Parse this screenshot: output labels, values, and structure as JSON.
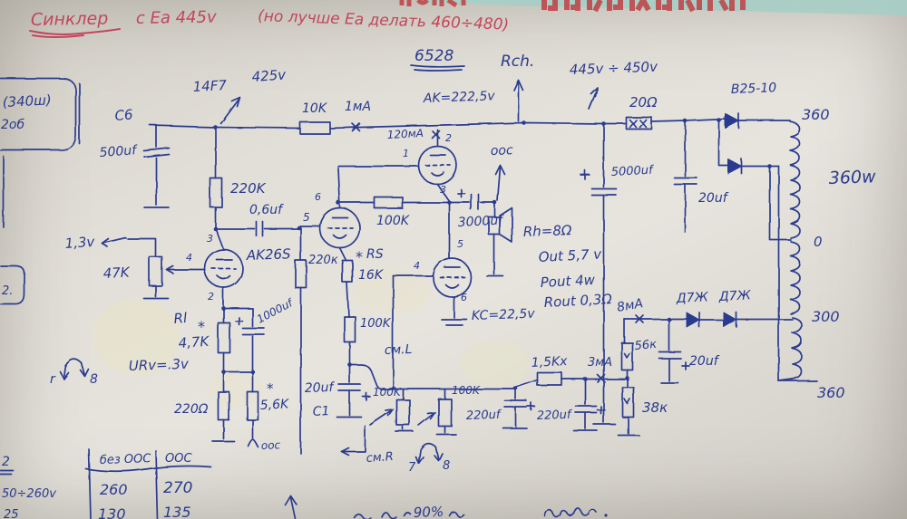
{
  "title": {
    "name": "Синклер",
    "ea": "с Ea 445v",
    "note": "(но лучше Ea делать 460÷480)"
  },
  "power": {
    "tube": "6528",
    "rch": "Rch.",
    "hv": "445v ÷ 450v",
    "ua": "AK=222,5v",
    "r_filter": "20Ω",
    "rectifier": "B25-10",
    "c_filter": "5000uf",
    "c_snub": "20uf"
  },
  "input": {
    "c_name": "C6",
    "c_val": "500uf",
    "tube": "14F7",
    "ua": "425v",
    "ra": "10K",
    "ia": "1мА",
    "i_plate": "120мА",
    "u_fil": "1,3v",
    "pot": "47K"
  },
  "driver": {
    "r_plate": "220K",
    "c_couple": "0,6uf",
    "tube": "AK26S",
    "r_grid": "220к",
    "rs": "RS",
    "rs_star": "*",
    "r_cath": "16K",
    "r_inter": "100K"
  },
  "pins": {
    "t1": {
      "a": "3",
      "g": "4",
      "k": "2"
    },
    "t2": {
      "g": "5",
      "a": "6"
    },
    "t3": {
      "a": "2",
      "g": "1",
      "k": "3"
    },
    "t4": {
      "x": "5",
      "g": "4",
      "k": "6"
    }
  },
  "cath": {
    "r_name": "Rl",
    "star": "*",
    "r_val": "4,7K",
    "cap": "1000uf",
    "u_note": "URv=.3v",
    "r1": "220Ω",
    "star2": "*",
    "r2": "5,6K",
    "ooc": "ooc"
  },
  "output": {
    "cap": "3000uf",
    "ooc": "ooc",
    "rh": "Rh=8Ω",
    "uout": "Out 5,7 v",
    "pout": "Pout 4w",
    "rout": "Rout 0,3Ω",
    "kc": "KC=22,5v"
  },
  "bottom": {
    "r100k": "100K",
    "see_l": "см.L",
    "c20": "20uf",
    "c1": "C1",
    "pot1": "100K",
    "pot2": "100K",
    "c220a": "220uf",
    "c220b": "220uf",
    "r15k": "1,5Kх",
    "i3ma": "3мА",
    "see_r": "см.R",
    "loop_a": "7",
    "loop_b": "8"
  },
  "bias": {
    "i8ma": "8мА",
    "d1": "Д7Ж",
    "d2": "Д7Ж",
    "r56": "56к",
    "c20": "20uf",
    "r38": "38к"
  },
  "transformer": {
    "tap_top": "360",
    "power": "360w",
    "tap_zero": "0",
    "tap_300": "300",
    "tap_bottom": "360"
  },
  "margin": {
    "box1a": "(340ш)",
    "box1b": "2об",
    "box2": "2.",
    "loop_a": "r",
    "loop_b": "8"
  },
  "table": {
    "headers": [
      "без ООС",
      "ООС"
    ],
    "rows": [
      [
        "260",
        "270"
      ],
      [
        "130",
        "135"
      ]
    ],
    "notes": [
      "2",
      "50÷260v",
      "25"
    ]
  },
  "footnote": {
    "percent": "90%"
  }
}
